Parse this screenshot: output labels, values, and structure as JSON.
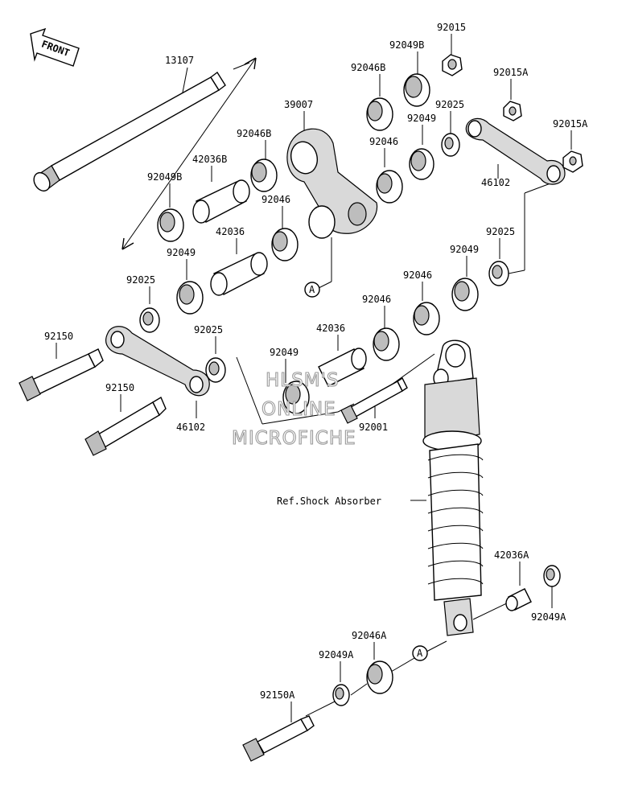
{
  "front_arrow": {
    "text": "FRONT"
  },
  "watermark": {
    "lines": [
      "HLSM'S",
      "ONLINE",
      "MICROFICHE"
    ]
  },
  "callout": {
    "letter": "A"
  },
  "labels": {
    "p13107": "13107",
    "p92015": "92015",
    "p92049B_top": "92049B",
    "p92015A_1": "92015A",
    "p92046B_top": "92046B",
    "p39007": "39007",
    "p92025_top": "92025",
    "p92015A_2": "92015A",
    "p92046B_mid": "92046B",
    "p92049_top": "92049",
    "p42036B": "42036B",
    "p92046_r": "92046",
    "p92049B_left": "92049B",
    "p46102_top": "46102",
    "p92046_mid": "92046",
    "p42036_top": "42036",
    "p92025_r": "92025",
    "p92049_left": "92049",
    "p92049_r": "92049",
    "p92025_left": "92025",
    "p92046_r2": "92046",
    "p92150_top": "92150",
    "p92025_mid": "92025",
    "p92046_c": "92046",
    "p42036_c": "42036",
    "p92049_c": "92049",
    "p92150_bot": "92150",
    "p92001": "92001",
    "p46102_bot": "46102",
    "ref_shock": "Ref.Shock Absorber",
    "p42036A": "42036A",
    "p92049A_r": "92049A",
    "p92046A": "92046A",
    "p92049A_b": "92049A",
    "p92150A": "92150A"
  }
}
